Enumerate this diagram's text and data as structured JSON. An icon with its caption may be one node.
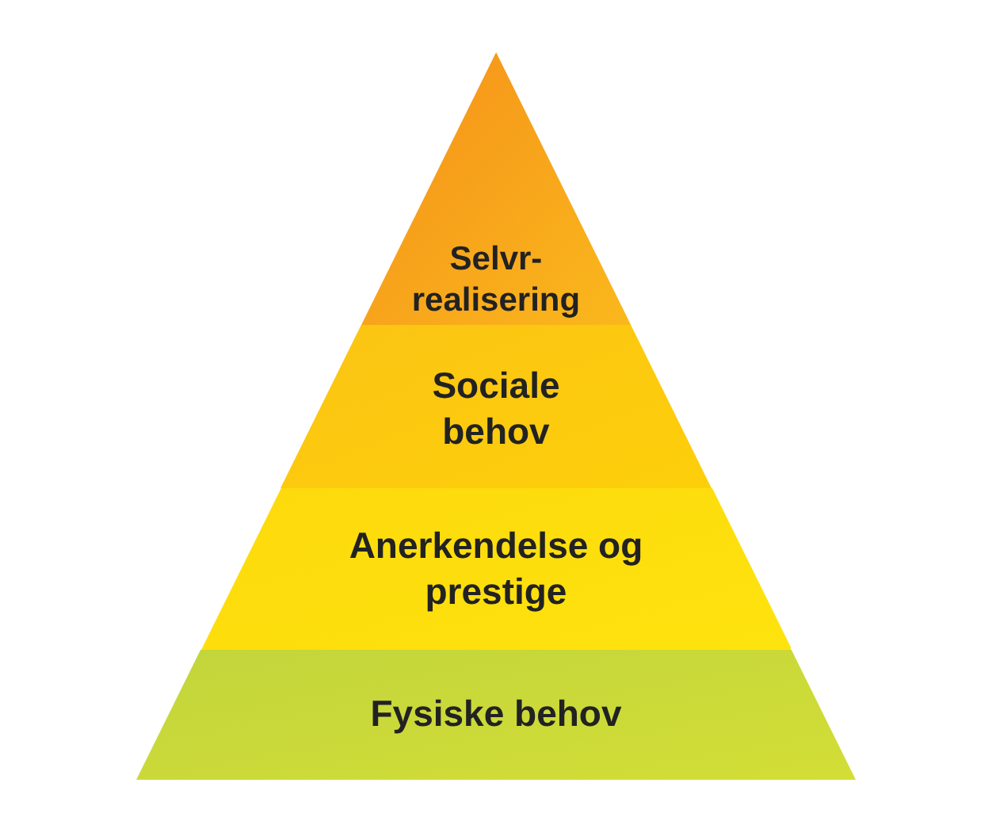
{
  "diagram": {
    "nodes": [
      {
        "text": [
          "Selvr-realisering"
        ]
      },
      {
        "text": [
          "Sociale behov"
        ]
      },
      {
        "text": [
          "Anerkendelse og prestige"
        ]
      },
      {
        "text": [
          "Fysiske behov"
        ]
      }
    ]
  }
}
